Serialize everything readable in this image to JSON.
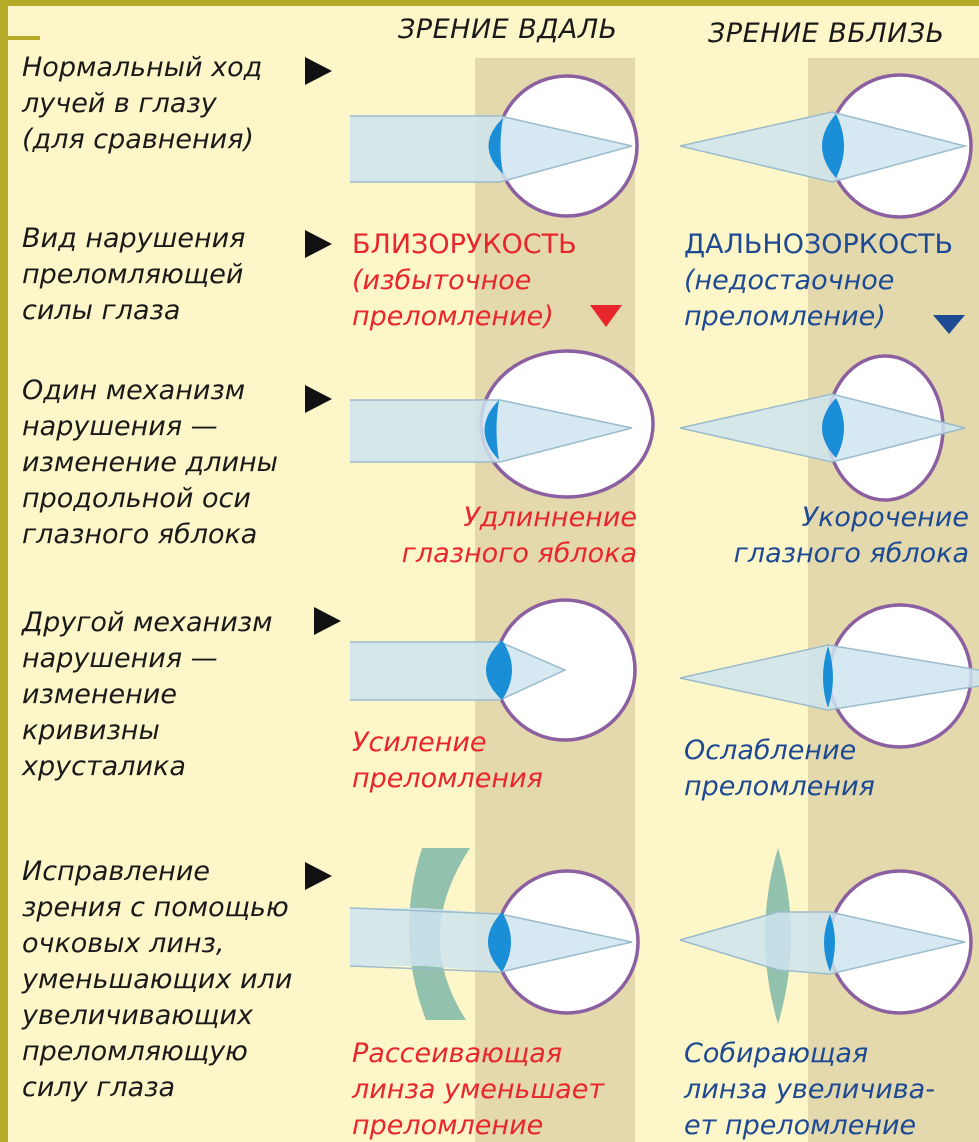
{
  "headers": {
    "far": "ЗРЕНИЕ ВДАЛЬ",
    "near": "ЗРЕНИЕ ВБЛИЗЬ"
  },
  "rows": [
    {
      "label": [
        "Нормальный ход",
        "лучей в глазу",
        "(для сравнения)"
      ]
    },
    {
      "label": [
        "Вид нарушения",
        "преломляющей",
        "силы глаза"
      ],
      "left": [
        "БЛИЗОРУКОСТЬ",
        "(избыточное",
        "преломление)"
      ],
      "right": [
        "ДАЛЬНОЗОРКОСТЬ",
        "(недостаочное",
        "преломление)"
      ]
    },
    {
      "label": [
        "Один механизм",
        "нарушения —",
        "изменение длины",
        "продольной оси",
        "глазного яблока"
      ],
      "left": [
        "Удлиннение",
        "глазного яблока"
      ],
      "right": [
        "Укорочение",
        "глазного яблока"
      ]
    },
    {
      "label": [
        "Другой механизм",
        "нарушения —",
        "изменение",
        "кривизны",
        "хрусталика"
      ],
      "left": [
        "Усиление",
        "преломления"
      ],
      "right": [
        "Ослабление",
        "преломления"
      ]
    },
    {
      "label": [
        "Исправление",
        "зрения с помощью",
        "очковых линз,",
        "уменьшающих или",
        "увеличивающих",
        "преломляющую",
        "силу глаза"
      ],
      "left": [
        "Рассеивающая",
        "линза уменьшает",
        "преломление"
      ],
      "right": [
        "Собирающая",
        "линза увеличива-",
        "ет преломление"
      ]
    }
  ],
  "colors": {
    "background": "#fdf6c8",
    "column_band": "#e3d9ad",
    "frame": "#b6ab28",
    "eye_outline": "#8c5fa0",
    "lens": "#1a8fd8",
    "ray": "#cfe4f0",
    "far_text": "#e8262c",
    "near_text": "#1d4a93"
  }
}
